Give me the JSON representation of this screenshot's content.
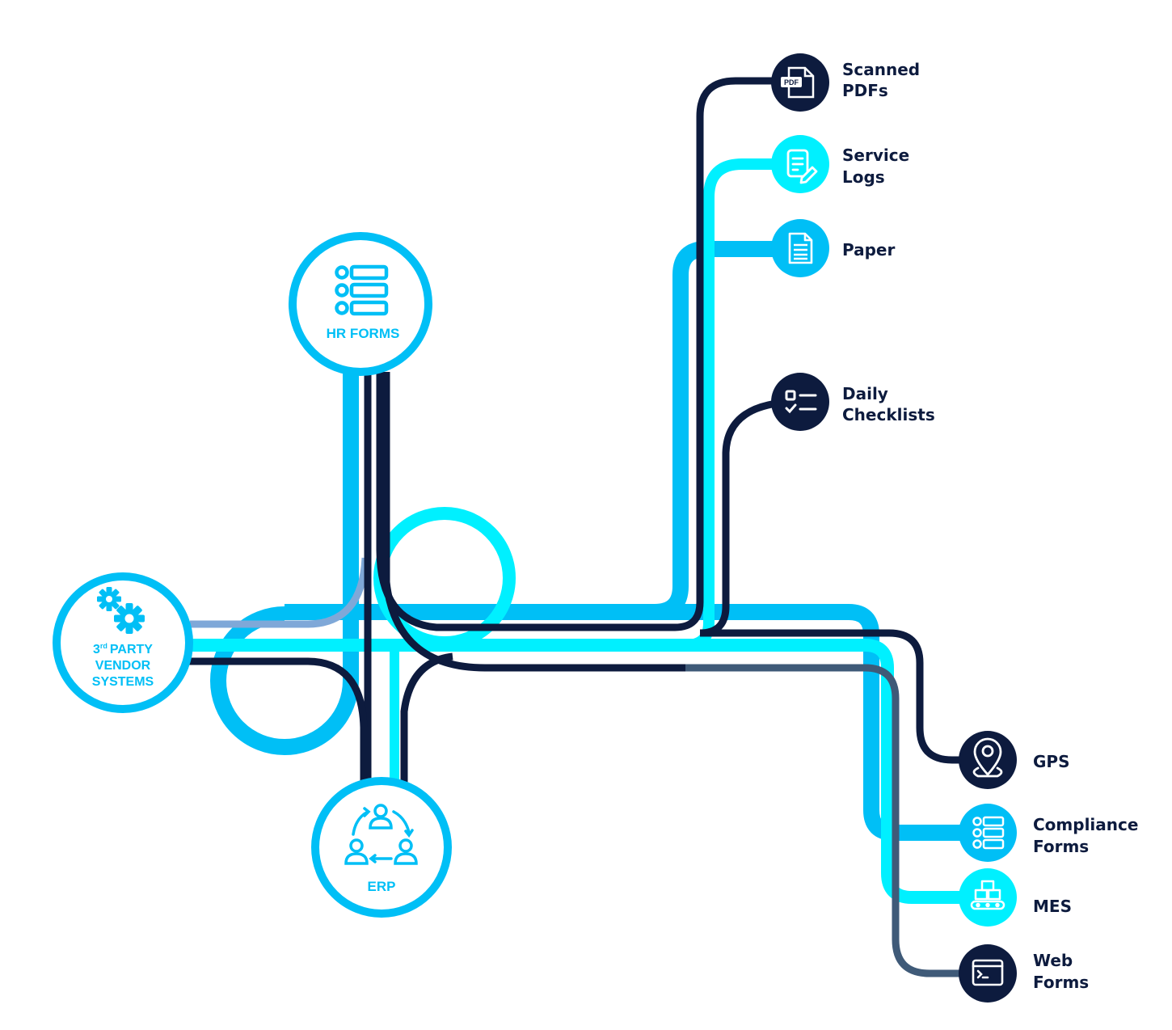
{
  "colors": {
    "navy": "#0d1b3e",
    "blue": "#00bff6",
    "cyan": "#00f0ff",
    "slate": "#3f5a78",
    "lavender": "#7fa8d8",
    "white": "#ffffff"
  },
  "hubs": {
    "hr_forms": {
      "label": "HR FORMS",
      "icon": "list-form-icon"
    },
    "erp": {
      "label": "ERP",
      "icon": "people-cycle-icon"
    },
    "vendor": {
      "label_sup_pre": "3",
      "label_sup": "rd",
      "label_line1": "PARTY",
      "label_line2": "VENDOR",
      "label_line3": "SYSTEMS",
      "icon": "gears-icon"
    }
  },
  "endpoints": {
    "scanned_pdfs": {
      "line1": "Scanned",
      "line2": "PDFs",
      "icon": "pdf-file-icon",
      "badge": "PDF"
    },
    "service_logs": {
      "line1": "Service",
      "line2": "Logs",
      "icon": "edit-document-icon"
    },
    "paper": {
      "line1": "Paper",
      "icon": "paper-document-icon"
    },
    "daily_checklists": {
      "line1": "Daily",
      "line2": "Checklists",
      "icon": "checklist-icon"
    },
    "gps": {
      "line1": "GPS",
      "icon": "location-pin-icon"
    },
    "compliance_forms": {
      "line1": "Compliance",
      "line2": "Forms",
      "icon": "form-list-icon"
    },
    "mes": {
      "line1": "MES",
      "icon": "conveyor-boxes-icon"
    },
    "web_forms": {
      "line1": "Web",
      "line2": "Forms",
      "icon": "browser-terminal-icon"
    }
  }
}
